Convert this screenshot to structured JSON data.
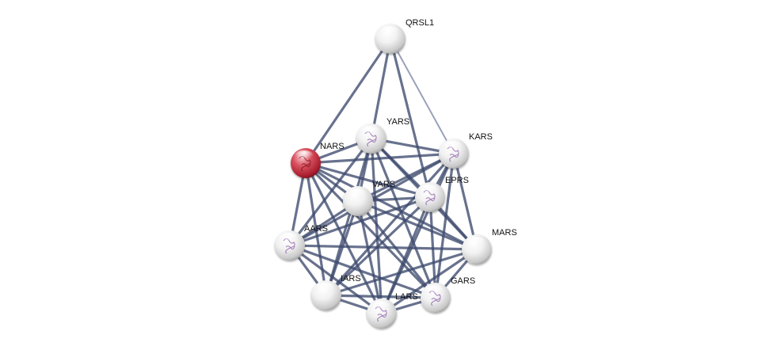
{
  "colors": {
    "edge": "#3d4a6e",
    "edge_light": "#8f97b3",
    "query_node": "#c4283a",
    "node": "#e6e6e6",
    "structure": "#8a5aa8"
  },
  "nodes": [
    {
      "id": "QRSL1",
      "label": "QRSL1",
      "query": false,
      "structure": false
    },
    {
      "id": "YARS",
      "label": "YARS",
      "query": false,
      "structure": true
    },
    {
      "id": "NARS",
      "label": "NARS",
      "query": true,
      "structure": true
    },
    {
      "id": "KARS",
      "label": "KARS",
      "query": false,
      "structure": true
    },
    {
      "id": "VARS",
      "label": "VARS",
      "query": false,
      "structure": false
    },
    {
      "id": "EPRS",
      "label": "EPRS",
      "query": false,
      "structure": true
    },
    {
      "id": "AARS",
      "label": "AARS",
      "query": false,
      "structure": true
    },
    {
      "id": "MARS",
      "label": "MARS",
      "query": false,
      "structure": false
    },
    {
      "id": "IARS",
      "label": "IARS",
      "query": false,
      "structure": false
    },
    {
      "id": "GARS",
      "label": "GARS",
      "query": false,
      "structure": true
    },
    {
      "id": "LARS",
      "label": "LARS",
      "query": false,
      "structure": true
    }
  ],
  "edges": [
    [
      "QRSL1",
      "NARS"
    ],
    [
      "QRSL1",
      "YARS"
    ],
    [
      "QRSL1",
      "EPRS"
    ],
    [
      "QRSL1",
      "KARS"
    ],
    [
      "NARS",
      "YARS"
    ],
    [
      "NARS",
      "KARS"
    ],
    [
      "NARS",
      "VARS"
    ],
    [
      "NARS",
      "EPRS"
    ],
    [
      "NARS",
      "AARS"
    ],
    [
      "NARS",
      "MARS"
    ],
    [
      "NARS",
      "IARS"
    ],
    [
      "NARS",
      "GARS"
    ],
    [
      "NARS",
      "LARS"
    ],
    [
      "YARS",
      "KARS"
    ],
    [
      "YARS",
      "VARS"
    ],
    [
      "YARS",
      "EPRS"
    ],
    [
      "YARS",
      "AARS"
    ],
    [
      "YARS",
      "MARS"
    ],
    [
      "YARS",
      "IARS"
    ],
    [
      "YARS",
      "GARS"
    ],
    [
      "YARS",
      "LARS"
    ],
    [
      "KARS",
      "VARS"
    ],
    [
      "KARS",
      "EPRS"
    ],
    [
      "KARS",
      "AARS"
    ],
    [
      "KARS",
      "MARS"
    ],
    [
      "KARS",
      "IARS"
    ],
    [
      "KARS",
      "GARS"
    ],
    [
      "KARS",
      "LARS"
    ],
    [
      "VARS",
      "EPRS"
    ],
    [
      "VARS",
      "AARS"
    ],
    [
      "VARS",
      "MARS"
    ],
    [
      "VARS",
      "IARS"
    ],
    [
      "VARS",
      "GARS"
    ],
    [
      "VARS",
      "LARS"
    ],
    [
      "EPRS",
      "AARS"
    ],
    [
      "EPRS",
      "MARS"
    ],
    [
      "EPRS",
      "IARS"
    ],
    [
      "EPRS",
      "GARS"
    ],
    [
      "EPRS",
      "LARS"
    ],
    [
      "AARS",
      "MARS"
    ],
    [
      "AARS",
      "IARS"
    ],
    [
      "AARS",
      "GARS"
    ],
    [
      "AARS",
      "LARS"
    ],
    [
      "MARS",
      "IARS"
    ],
    [
      "MARS",
      "GARS"
    ],
    [
      "MARS",
      "LARS"
    ],
    [
      "IARS",
      "GARS"
    ],
    [
      "IARS",
      "LARS"
    ],
    [
      "GARS",
      "LARS"
    ]
  ],
  "light_edges": [
    [
      "QRSL1",
      "KARS"
    ]
  ]
}
